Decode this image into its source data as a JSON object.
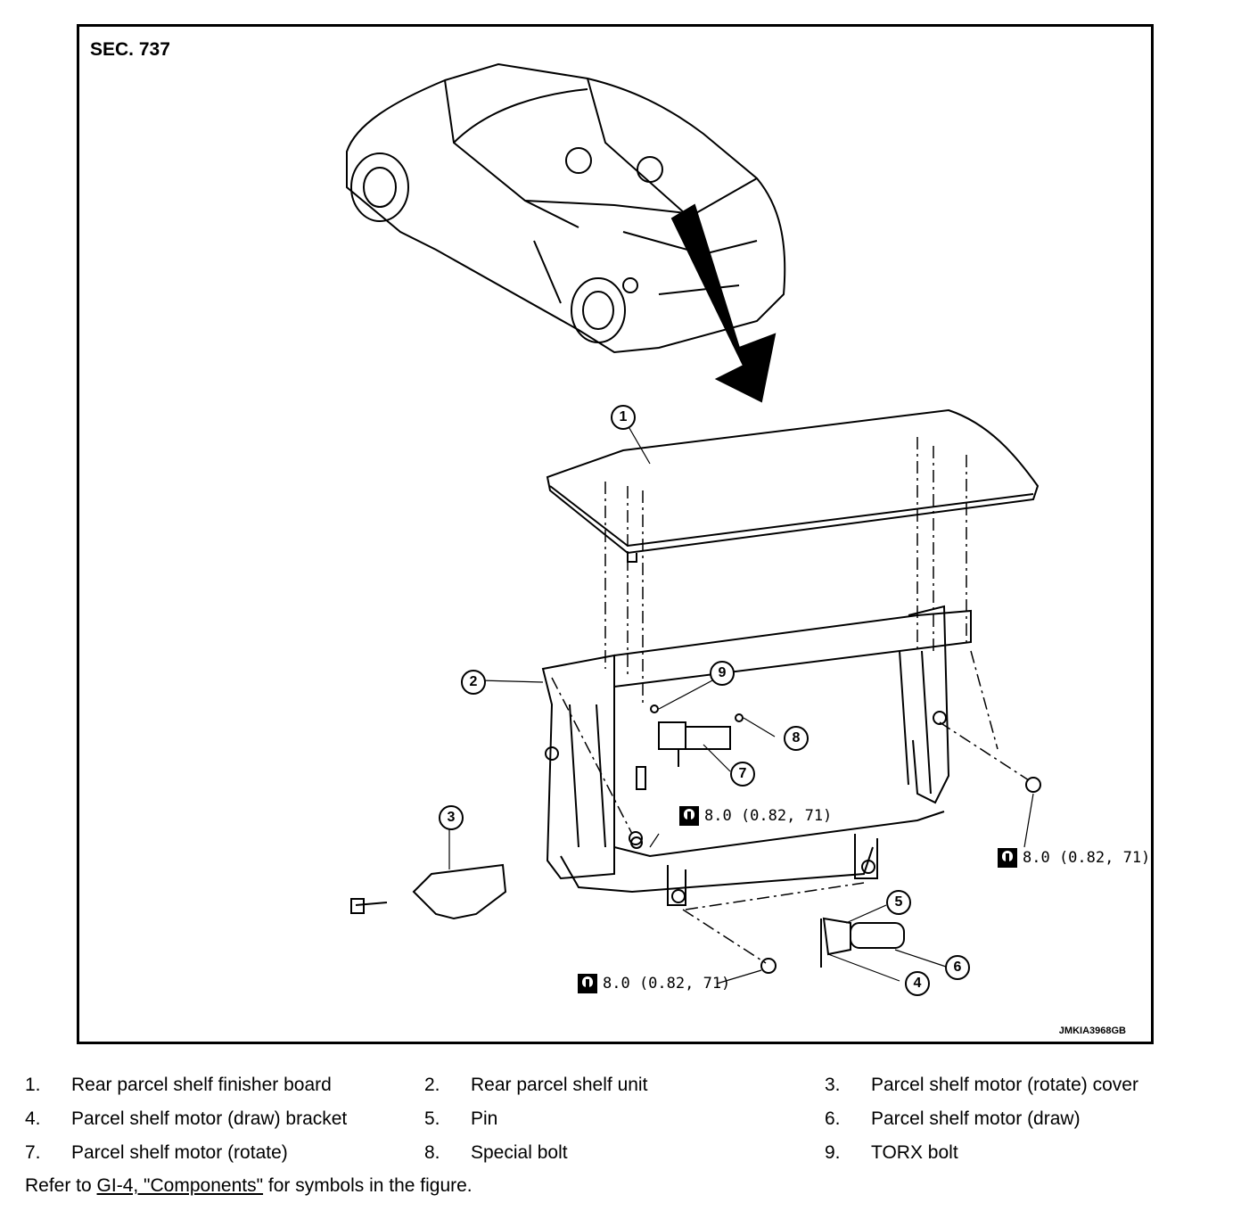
{
  "figure": {
    "section": "SEC. 737",
    "figure_id": "JMKIA3968GB",
    "torque_values": [
      "8.0 (0.82, 71)",
      "8.0 (0.82, 71)",
      "8.0 (0.82, 71)"
    ],
    "callouts": [
      "1",
      "2",
      "3",
      "4",
      "5",
      "6",
      "7",
      "8",
      "9"
    ]
  },
  "legend": [
    {
      "num": "1.",
      "label": "Rear parcel shelf finisher board"
    },
    {
      "num": "2.",
      "label": "Rear parcel shelf unit"
    },
    {
      "num": "3.",
      "label": "Parcel shelf motor (rotate) cover"
    },
    {
      "num": "4.",
      "label": "Parcel shelf motor (draw) bracket"
    },
    {
      "num": "5.",
      "label": "Pin"
    },
    {
      "num": "6.",
      "label": "Parcel shelf motor (draw)"
    },
    {
      "num": "7.",
      "label": "Parcel shelf motor (rotate)"
    },
    {
      "num": "8.",
      "label": "Special bolt"
    },
    {
      "num": "9.",
      "label": "TORX bolt"
    }
  ],
  "refer": {
    "prefix": "Refer to ",
    "link": "GI-4, \"Components\"",
    "suffix": " for symbols in the figure."
  }
}
